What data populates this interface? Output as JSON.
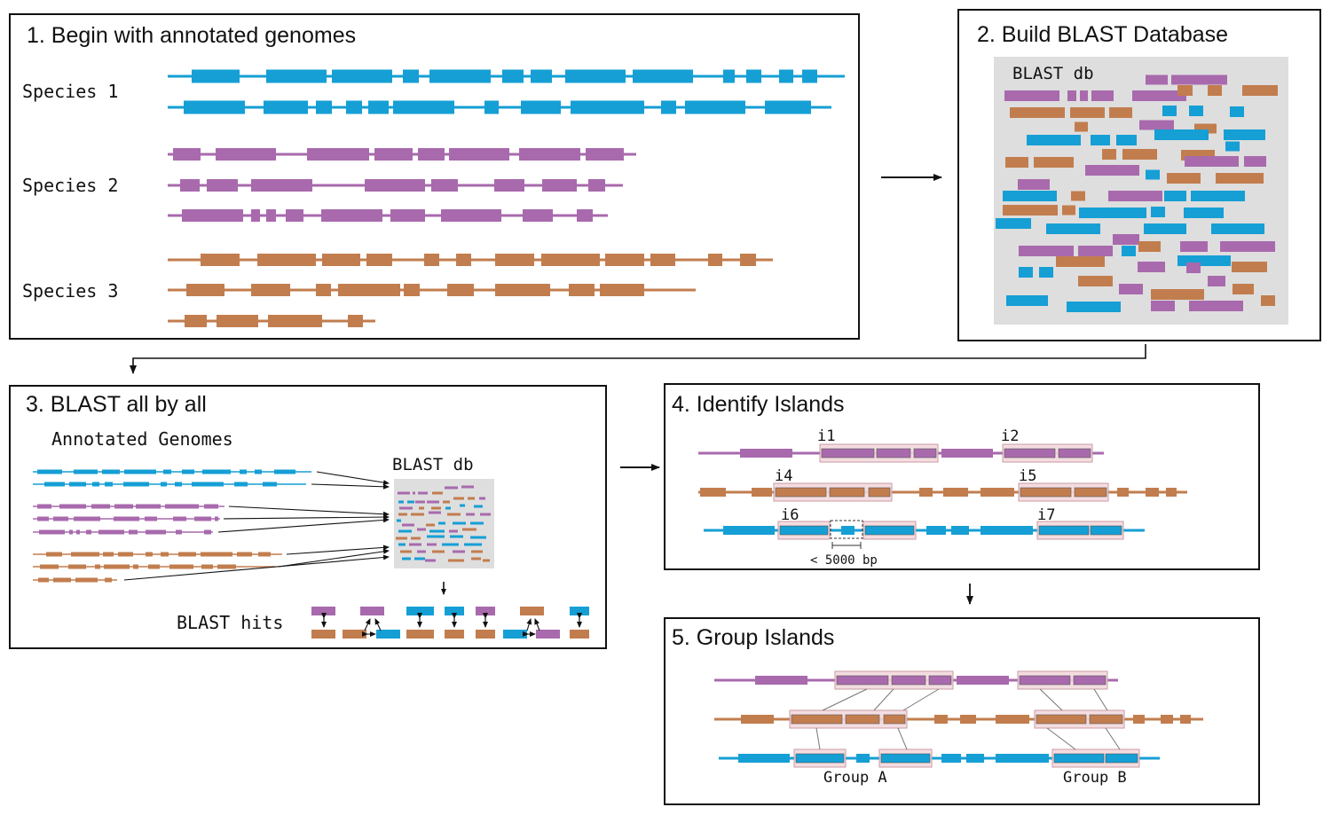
{
  "colors": {
    "species1": "#159fd5",
    "species2": "#a86aad",
    "species3": "#c27d4e",
    "db_bg": "#dedede",
    "island_fill": "#f3d9de",
    "island_stroke": "#c89aa2"
  },
  "panel1": {
    "title": "1. Begin with annotated genomes",
    "species_labels": [
      "Species 1",
      "Species 2",
      "Species 3"
    ]
  },
  "panel2": {
    "title": "2. Build BLAST Database",
    "db_label": "BLAST db"
  },
  "panel3": {
    "title": "3. BLAST all by all",
    "genomes_label": "Annotated Genomes",
    "db_label": "BLAST db",
    "hits_label": "BLAST hits"
  },
  "panel4": {
    "title": "4. Identify Islands",
    "island_labels": [
      "i1",
      "i2",
      "i4",
      "i5",
      "i6",
      "i7"
    ],
    "gap_label": "< 5000 bp"
  },
  "panel5": {
    "title": "5. Group Islands",
    "group_labels": [
      "Group A",
      "Group B"
    ]
  }
}
